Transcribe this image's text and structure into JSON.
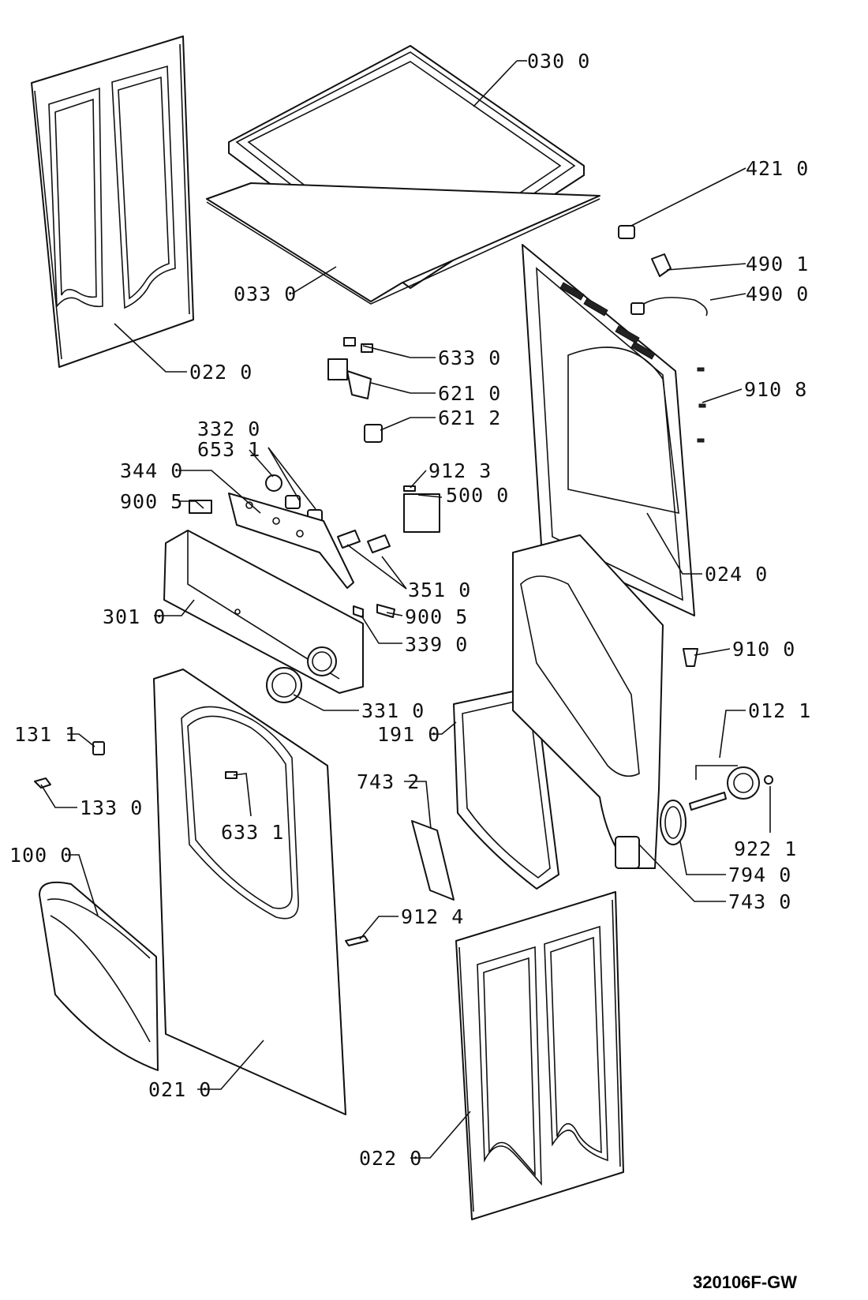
{
  "drawing_code": "320106F-GW",
  "callouts": {
    "c0300": "030 0",
    "c4210": "421 0",
    "c4901": "490 1",
    "c4900": "490 0",
    "c0330": "033 0",
    "c0220_top": "022 0",
    "c6330": "633 0",
    "c6210": "621 0",
    "c6212": "621 2",
    "c9108": "910 8",
    "c3320": "332 0",
    "c6531": "653 1",
    "c3440": "344 0",
    "c9123": "912 3",
    "c9005_left": "900 5",
    "c5000": "500 0",
    "c0240": "024 0",
    "c3510": "351 0",
    "c3010": "301 0",
    "c9005_right": "900 5",
    "c3390": "339 0",
    "c9100": "910 0",
    "c3310": "331 0",
    "c1910": "191 0",
    "c0121": "012 1",
    "c1311": "131 1",
    "c7432": "743 2",
    "c1330": "133 0",
    "c6331": "633 1",
    "c9221": "922 1",
    "c1000": "100 0",
    "c7940": "794 0",
    "c7430": "743 0",
    "c9124": "912 4",
    "c0210": "021 0",
    "c0220_bottom": "022 0"
  }
}
